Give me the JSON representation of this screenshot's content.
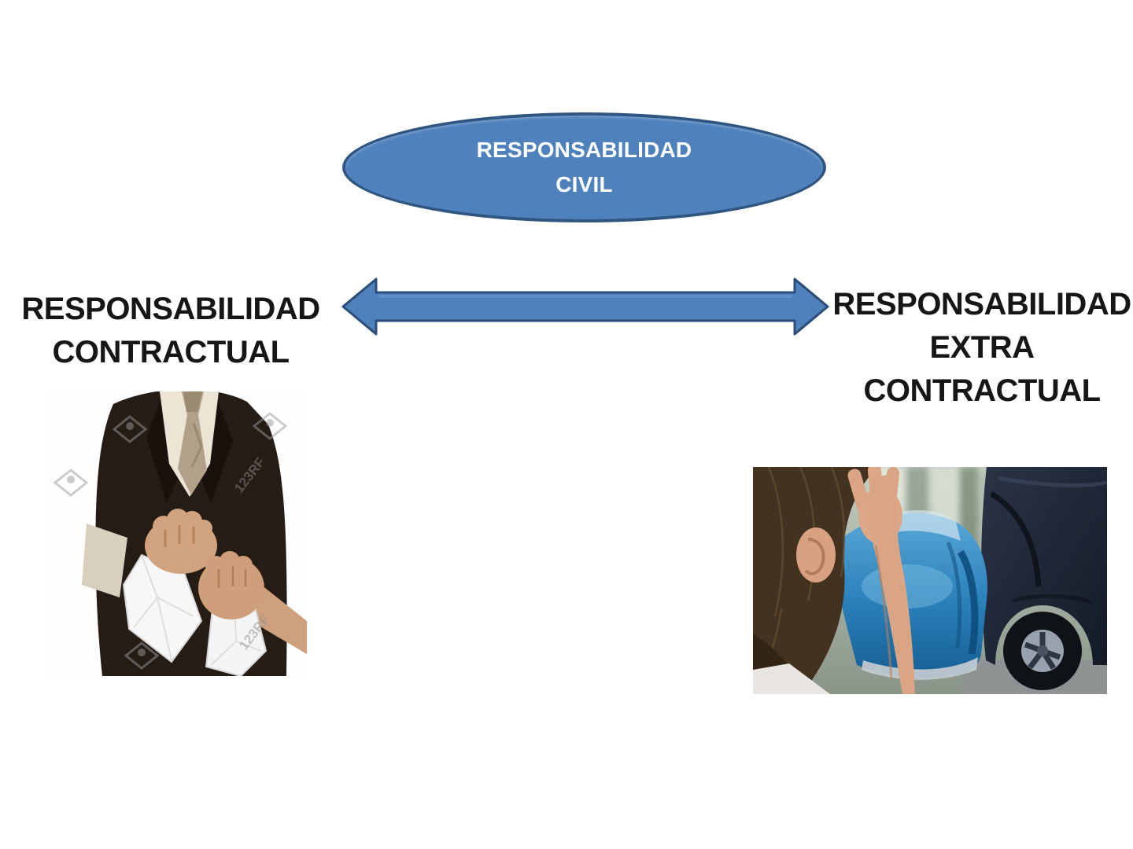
{
  "slide": {
    "background_color": "#ffffff",
    "accent_blue": "#4f81bd",
    "accent_blue_border": "#2f5680",
    "text_color": "#161616",
    "ellipse": {
      "line1": "RESPONSABILIDAD",
      "line2": "CIVIL"
    },
    "left_label": {
      "line1": "RESPONSABILIDAD",
      "line2": "CONTRACTUAL"
    },
    "right_label": {
      "line1": "RESPONSABILIDAD",
      "line2": "EXTRA",
      "line3": "CONTRACTUAL"
    },
    "arrow": {
      "type": "double-headed-horizontal"
    },
    "left_photo": {
      "description": "man in dark suit tearing a crumpled contract",
      "watermark": "123RF"
    },
    "right_photo": {
      "description": "woman covering her face beside a car accident"
    }
  }
}
